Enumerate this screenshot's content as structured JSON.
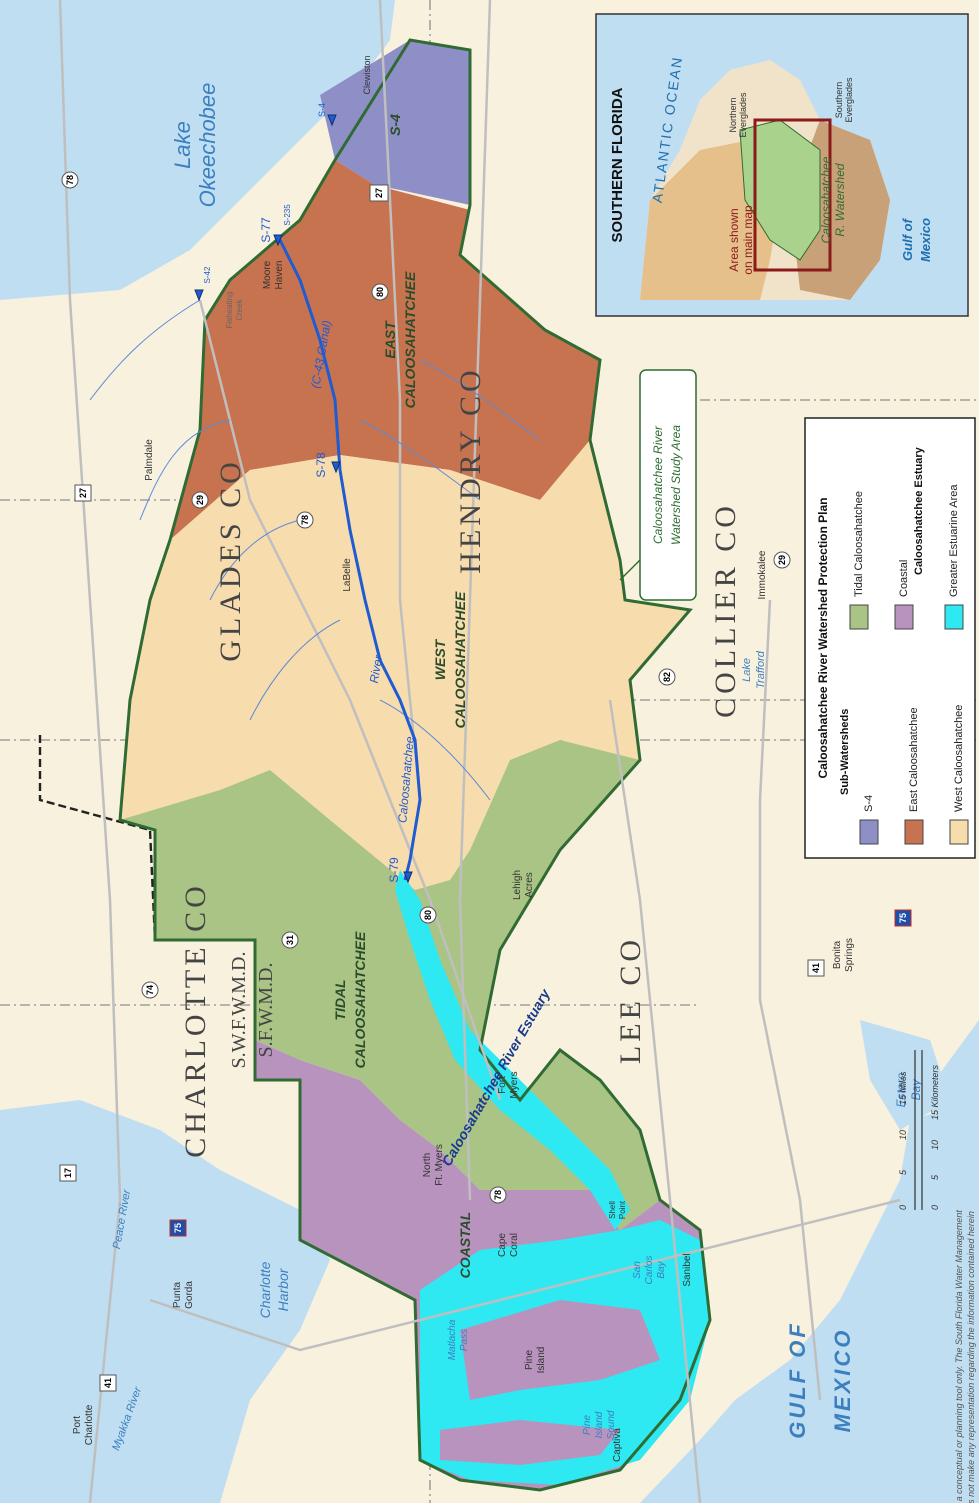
{
  "water": {
    "lake": [
      "Lake",
      "Okeechobee"
    ],
    "atlantic": "ATLANTIC OCEAN",
    "gulf": [
      "GULF OF",
      "MEXICO"
    ],
    "charlotte_harbor": [
      "Charlotte",
      "Harbor"
    ],
    "estero_bay": [
      "Estero",
      "Bay"
    ],
    "peace_river": "Peace River",
    "myakka_river": "Myakka River",
    "lake_trafford": [
      "Lake",
      "Trafford"
    ],
    "caloosahatchee_river": "Caloosahatchee",
    "river_word": "River",
    "estuary": "Caloosahatchee River Estuary",
    "canal": "(C-43 Canal)"
  },
  "counties": {
    "charlotte": "CHARLOTTE CO",
    "glades": "GLADES CO",
    "hendry": "HENDRY CO",
    "collier": "COLLIER CO",
    "lee": "LEE CO"
  },
  "districts": {
    "swfwmd": "S.W.F.W.M.D.",
    "sfwmd": "S.F.W.M.D."
  },
  "watersheds": {
    "tidal": [
      "TIDAL",
      "CALOOSAHATCHEE"
    ],
    "east": [
      "EAST",
      "CALOOSAHATCHEE"
    ],
    "west": [
      "WEST",
      "CALOOSAHATCHEE"
    ],
    "coastal": "COASTAL",
    "s4": "S-4"
  },
  "structures": [
    "S-77",
    "S-78",
    "S-79",
    "S-4",
    "S-235",
    "S-42"
  ],
  "cities": {
    "clewiston": "Clewiston",
    "moore_haven": [
      "Moore",
      "Haven"
    ],
    "palmdale": "Palmdale",
    "labelle": "LaBelle",
    "immokalee": "Immokalee",
    "lehigh_acres": [
      "Lehigh",
      "Acres"
    ],
    "fort_myers": [
      "Fort",
      "Myers"
    ],
    "north_ft_myers": [
      "North",
      "Ft. Myers"
    ],
    "cape_coral": [
      "Cape",
      "Coral"
    ],
    "bonita_springs": [
      "Bonita",
      "Springs"
    ],
    "punta_gorda": [
      "Punta",
      "Gorda"
    ],
    "port_charlotte": [
      "Port",
      "Charlotte"
    ],
    "pine_island": [
      "Pine",
      "Island"
    ],
    "captiva": "Captiva",
    "sanibel": "Sanibel",
    "matlacha": [
      "Matlacha",
      "Pass"
    ],
    "pine_island_sound": [
      "Pine",
      "Island",
      "Sound"
    ],
    "san_carlos": [
      "San",
      "Carlos",
      "Bay"
    ],
    "shell_point": [
      "Shell",
      "Point"
    ],
    "fisheating": [
      "Fisheating",
      "Creek"
    ]
  },
  "roads": [
    "78",
    "27",
    "29",
    "80",
    "78",
    "29",
    "82",
    "31",
    "74",
    "17",
    "41",
    "75",
    "78",
    "41",
    "80",
    "27",
    "75"
  ],
  "inset": {
    "title": "SOUTHERN FLORIDA",
    "northern": [
      "Northern",
      "Everglades"
    ],
    "southern": [
      "Southern",
      "Everglades"
    ],
    "area_shown": [
      "Area shown",
      "on main map"
    ],
    "watershed": [
      "Caloosahatchee",
      "R. Watershed"
    ],
    "gulf": [
      "Gulf of",
      "Mexico"
    ]
  },
  "study_area_callout": [
    "Caloosahatchee River",
    "Watershed Study Area"
  ],
  "legend": {
    "title": "Caloosahatchee River Watershed Protection Plan",
    "sub_header": "Sub-Watersheds",
    "items": [
      {
        "label": "S-4",
        "color": "#8f8fc8"
      },
      {
        "label": "East Caloosahatchee",
        "color": "#c8734f"
      },
      {
        "label": "West Caloosahatchee",
        "color": "#f7dcae"
      },
      {
        "label": "Tidal Caloosahatchee",
        "color": "#a9c485"
      },
      {
        "label": "Coastal",
        "color": "#b893be"
      }
    ],
    "estuary_header": "Caloosahatchee Estuary",
    "estuary_item": {
      "label": "Greater Estuarine Area",
      "color": "#2ee9f2"
    }
  },
  "scale": {
    "miles_ticks": [
      "0",
      "5",
      "10",
      "15 Miles"
    ],
    "km_ticks": [
      "0",
      "5",
      "10",
      "15 Kilometers"
    ]
  },
  "disclaimer": [
    "This map is a conceptual or planning tool only. The South Florida Water Management",
    "District does not make any representation regarding the information contained herein"
  ],
  "colors": {
    "background": "#f8f1de",
    "water": "#bfdef2",
    "boundary": "#2f6b32",
    "river": "#1f5bd1"
  }
}
